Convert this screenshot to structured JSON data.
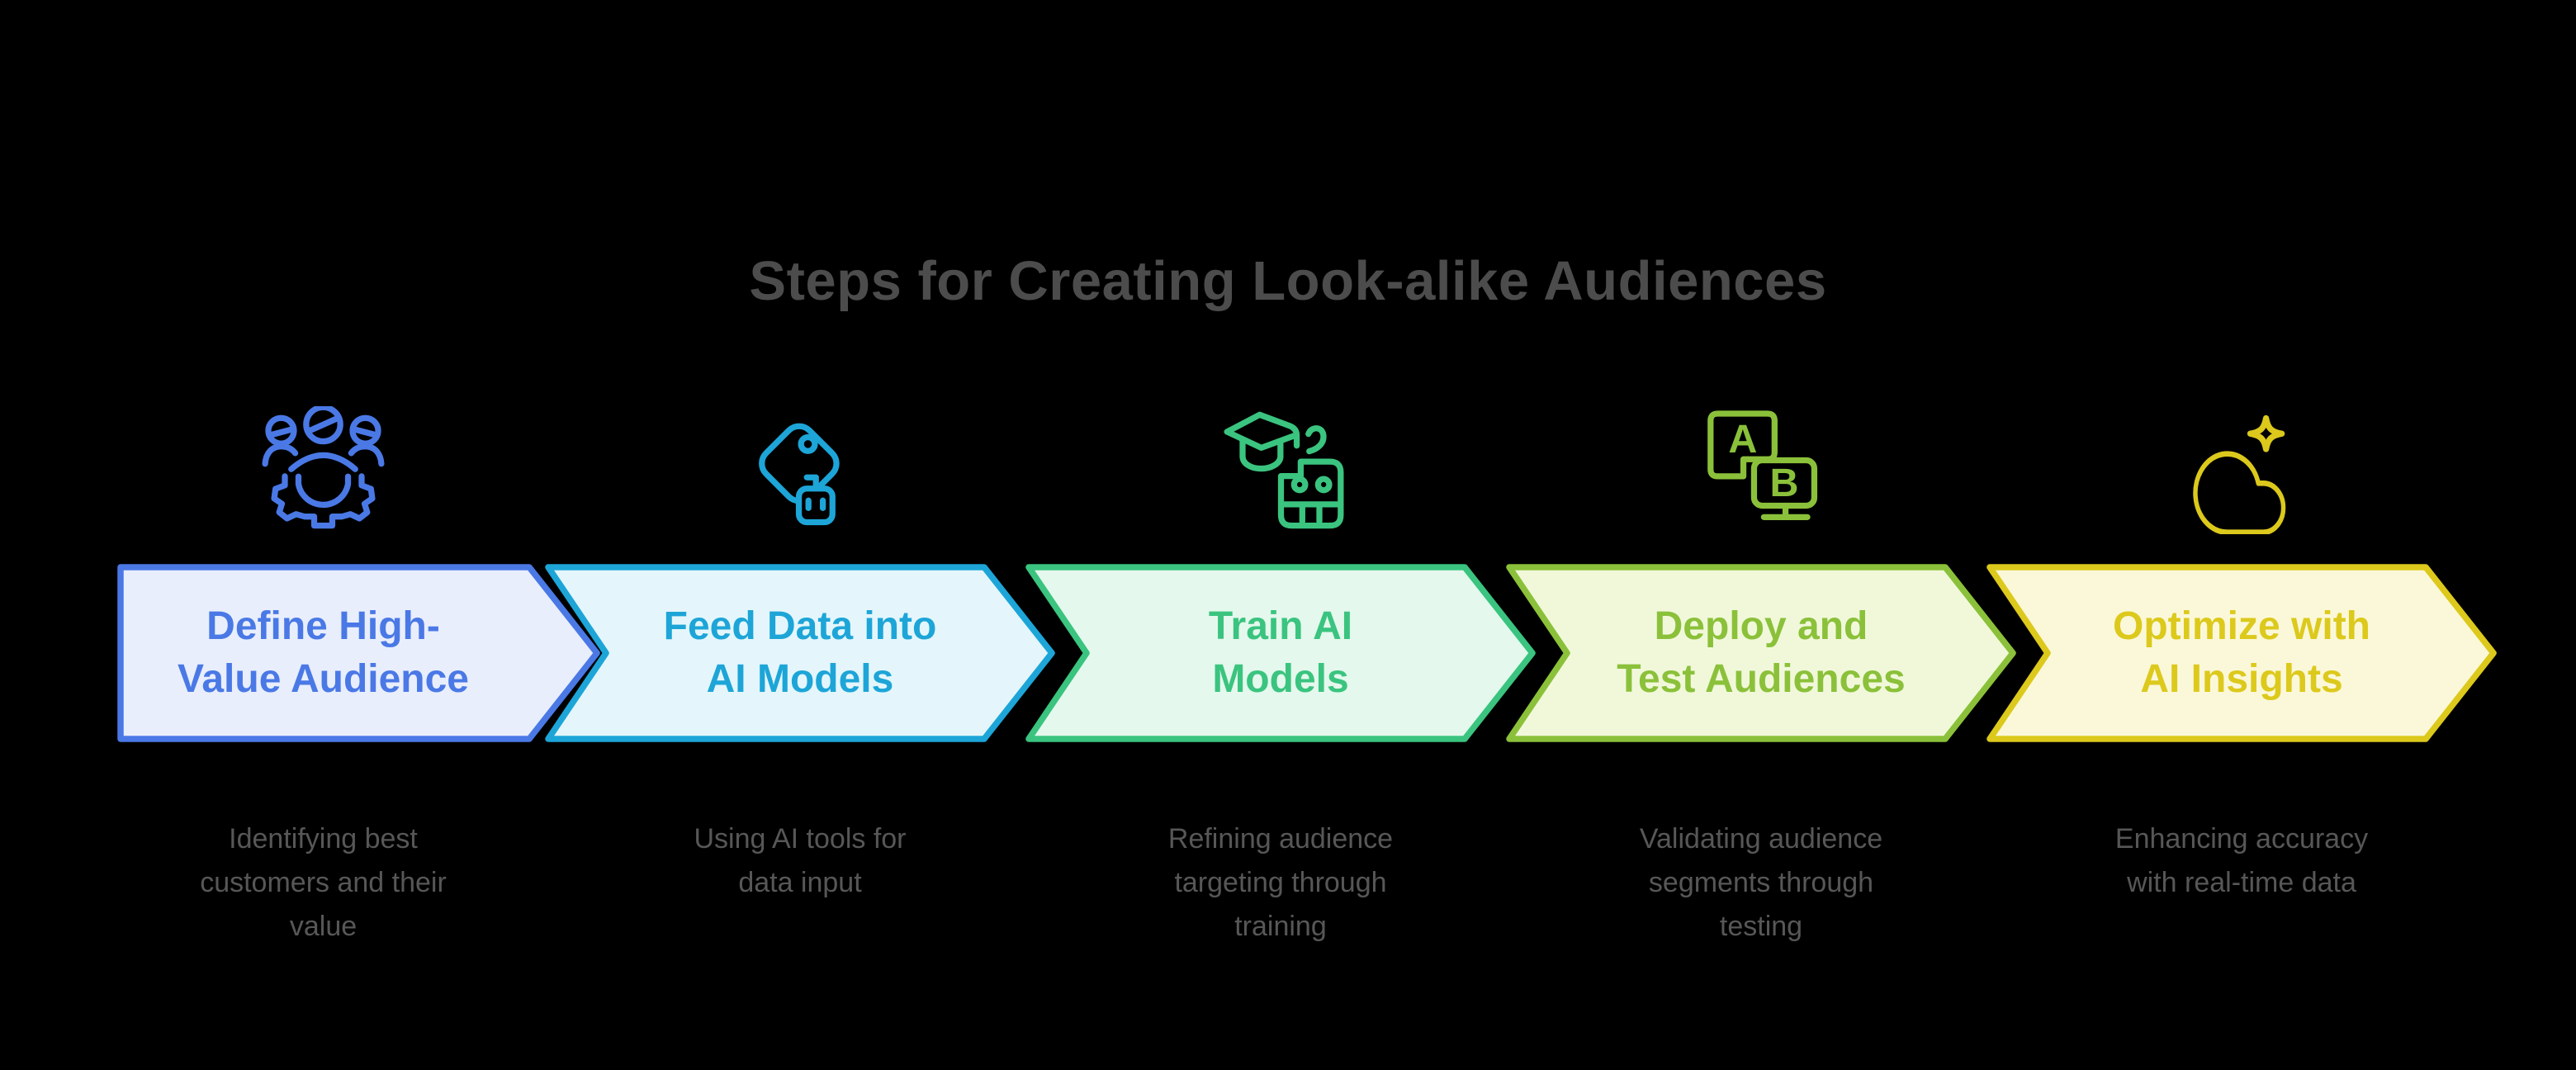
{
  "title": "Steps for Creating Look-alike Audiences",
  "colors": {
    "background": "#000000",
    "title_text": "#4c4c4c",
    "description_text": "#575757"
  },
  "steps": [
    {
      "label": "Define High-\nValue Audience",
      "description": "Identifying best\ncustomers and their\nvalue",
      "icon": "audience-gear-icon",
      "accent": "#4a79e6",
      "fill": "#e9eefc"
    },
    {
      "label": "Feed Data into\nAI Models",
      "description": "Using AI tools for\ndata input",
      "icon": "tag-robot-icon",
      "accent": "#1da5d8",
      "fill": "#e4f6fb"
    },
    {
      "label": "Train AI\nModels",
      "description": "Refining audience\ntargeting through\ntraining",
      "icon": "graduation-cap-robot-icon",
      "accent": "#3ac47f",
      "fill": "#e4f8ed"
    },
    {
      "label": "Deploy and\nTest Audiences",
      "description": "Validating audience\nsegments through\ntesting",
      "icon": "ab-test-monitor-icon",
      "accent": "#8bc13a",
      "fill": "#f1f8da"
    },
    {
      "label": "Optimize with\nAI Insights",
      "description": "Enhancing accuracy\nwith real-time data",
      "icon": "cloud-sparkle-icon",
      "accent": "#dcc91c",
      "fill": "#fbf8d9"
    }
  ]
}
